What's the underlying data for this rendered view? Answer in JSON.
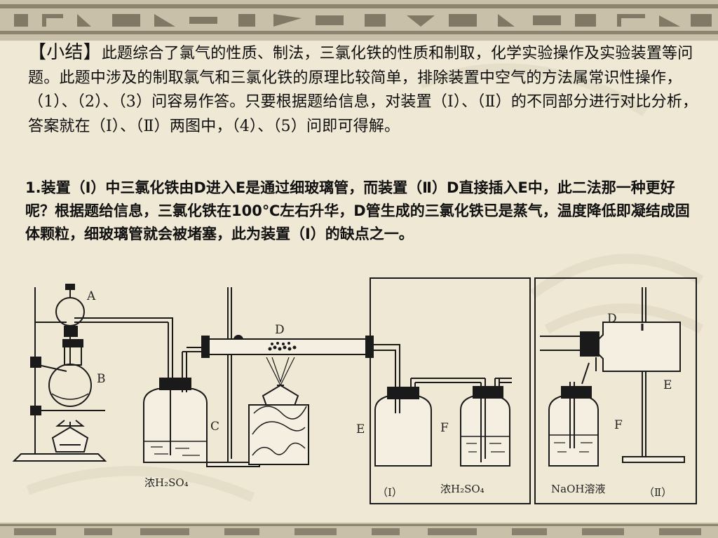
{
  "summary": {
    "tag": "【小结】",
    "text": "此题综合了氯气的性质、制法，三氯化铁的性质和制取，化学实验操作及实验装置等问题。此题中涉及的制取氯气和三氯化铁的原理比较简单，排除装置中空气的方法属常识性操作，（1）、（2）、（3）问容易作答。只要根据题给信息，对装置（Ⅰ）、（Ⅱ）的不同部分进行对比分析，答案就在（Ⅰ）、（Ⅱ）两图中，（4）、（5）问即可得解。"
  },
  "point1": {
    "text": "1.装置（Ⅰ）中三氯化铁由D进入E是通过细玻璃管，而装置（Ⅱ）D直接插入E中，此二法那一种更好呢？根据题给信息，三氯化铁在100℃左右升华，D管生成的三氯化铁已是蒸气，温度降低即凝结成固体颗粒，细玻璃管就会被堵塞，此为装置（Ⅰ）的缺点之一。"
  },
  "diagram": {
    "labels": {
      "A": "A",
      "B": "B",
      "C": "C",
      "D_main": "D",
      "E_main": "E",
      "F_main": "F",
      "D_alt": "D",
      "E_alt": "E",
      "F_alt": "F"
    },
    "captions": {
      "acid_left": "浓H₂SO₄",
      "setup1": "（Ⅰ）",
      "acid_right": "浓H₂SO₄",
      "naoh": "NaOH溶液",
      "setup2": "（Ⅱ）"
    }
  }
}
